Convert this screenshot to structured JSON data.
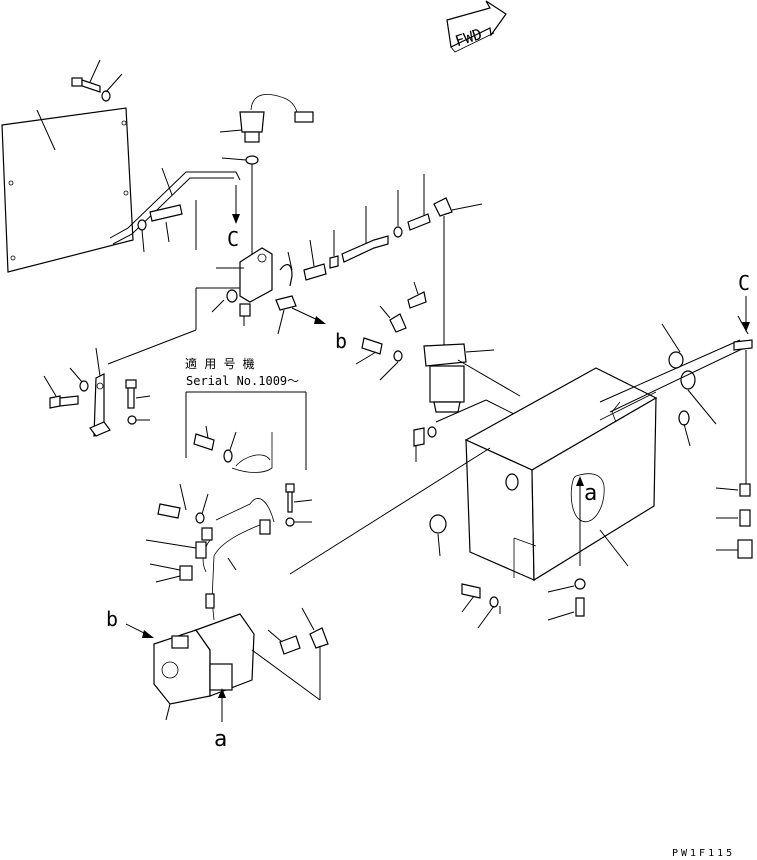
{
  "direction_label": "FWD",
  "connectors": {
    "c_top": "C",
    "c_right": "C",
    "b_upper": "b",
    "b_lower": "b",
    "a_tank": "a",
    "a_lower": "a"
  },
  "note": {
    "line1": "適 用 号 機",
    "line2": "Serial No.1009～"
  },
  "drawing_code": "PW1F115"
}
